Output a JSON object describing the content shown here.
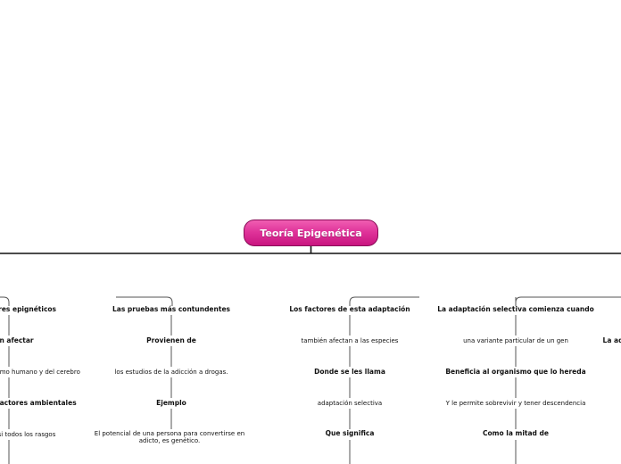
{
  "root": {
    "title": "Teoría Epigenética"
  },
  "columns": [
    {
      "id": "c1",
      "nodes": [
        {
          "text": "ores epignéticos",
          "bold": true
        },
        {
          "text": "en afectar",
          "bold": true
        },
        {
          "text": "ismo humano y del cerebro",
          "bold": false
        },
        {
          "text": "factores ambientales",
          "bold": true
        },
        {
          "text": "si todos los rasgos",
          "bold": false
        }
      ]
    },
    {
      "id": "c2",
      "nodes": [
        {
          "text": "Las pruebas más contundentes",
          "bold": true
        },
        {
          "text": "Provienen de",
          "bold": true
        },
        {
          "text": "los estudios de la adicción a drogas.",
          "bold": false
        },
        {
          "text": "Ejemplo",
          "bold": true
        },
        {
          "text": "El potencial de una persona para convertirse en adicto, es genético.",
          "bold": false
        }
      ]
    },
    {
      "id": "c3",
      "nodes": [
        {
          "text": "Los factores de esta adaptación",
          "bold": true
        },
        {
          "text": "también afectan a las especies",
          "bold": false
        },
        {
          "text": "Donde se les llama",
          "bold": true
        },
        {
          "text": "adaptación selectiva",
          "bold": false
        },
        {
          "text": "Que significa",
          "bold": true
        }
      ]
    },
    {
      "id": "c4",
      "nodes": [
        {
          "text": "La adaptación selectiva comienza cuando",
          "bold": true
        },
        {
          "text": "una variante particular de un gen",
          "bold": false
        },
        {
          "text": "Beneficia al organismo que lo hereda",
          "bold": true
        },
        {
          "text": "Y le permite sobrevivir y tener descendencia",
          "bold": false
        },
        {
          "text": "Como la mitad de",
          "bold": true
        }
      ]
    },
    {
      "id": "c5",
      "nodes": [
        {
          "text": "La ad",
          "bold": true
        }
      ]
    }
  ]
}
